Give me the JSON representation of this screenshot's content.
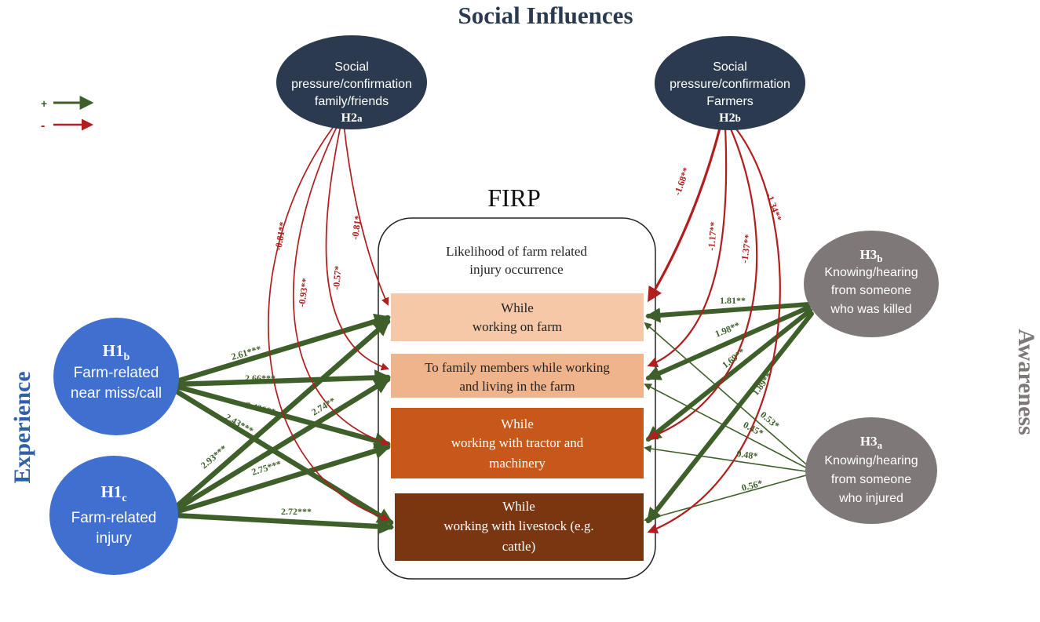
{
  "title": "Social Influences",
  "side_left": "Experience",
  "side_right": "Awareness",
  "legend": {
    "plus": "+",
    "minus": "-",
    "plus_color": "#3f5f2a",
    "minus_color": "#b01e1e"
  },
  "firp": {
    "title": "FIRP",
    "subtitle_1": "Likelihood of farm related",
    "subtitle_2": "injury occurrence"
  },
  "outcomes": [
    {
      "line1": "While",
      "line2": "working on farm",
      "line3": "",
      "color": "#f6c8a8",
      "text_color": "#222222"
    },
    {
      "line1": "To family members while working",
      "line2": "and living in the farm",
      "line3": "",
      "color": "#f0b48c",
      "text_color": "#222222"
    },
    {
      "line1": "While",
      "line2": "working with tractor and",
      "line3": "machinery",
      "color": "#c8571a",
      "text_color": "#ffffff"
    },
    {
      "line1": "While",
      "line2": "working with livestock (e.g.",
      "line3": "cattle)",
      "color": "#7a3610",
      "text_color": "#ffffff"
    }
  ],
  "nodes": {
    "h2a": {
      "line1": "Social",
      "line2": "pressure/confirmation",
      "line3": "family/friends",
      "code": "H2",
      "sub": "a",
      "color": "#2b3a4e"
    },
    "h2b": {
      "line1": "Social",
      "line2": "pressure/confirmation",
      "line3": "Farmers",
      "code": "H2",
      "sub": "b",
      "color": "#2b3a4e"
    },
    "h1b": {
      "code": "H1",
      "sub": "b",
      "line1": "Farm-related",
      "line2": "near miss/call",
      "color": "#3f6fcf"
    },
    "h1c": {
      "code": "H1",
      "sub": "c",
      "line1": "Farm-related",
      "line2": "injury",
      "color": "#3f6fcf"
    },
    "h3b": {
      "code": "H3",
      "sub": "b",
      "line1": "Knowing/hearing",
      "line2": "from someone",
      "line3": "who was killed",
      "color": "#7f7878"
    },
    "h3a": {
      "code": "H3",
      "sub": "a",
      "line1": "Knowing/hearing",
      "line2": "from someone",
      "line3": "who injured",
      "color": "#7f7878"
    }
  },
  "paths": {
    "h1b": [
      "2.61***",
      "2.66***",
      "2.43***",
      "2.43***"
    ],
    "h1c": [
      "2.93***",
      "2.74**",
      "2.75***",
      "2.72***"
    ],
    "h2a": [
      "-0.81*",
      "-0.57*",
      "-0.93**",
      "-0.81**"
    ],
    "h2b": [
      "-1.68**",
      "-1.17**",
      "-1.37**",
      "-1.34**"
    ],
    "h3b": [
      "1.81**",
      "1.98**",
      "1.69**",
      "1.89**"
    ],
    "h3a": [
      "0.53*",
      "0.45*",
      "0.48*",
      "0.56*"
    ]
  }
}
